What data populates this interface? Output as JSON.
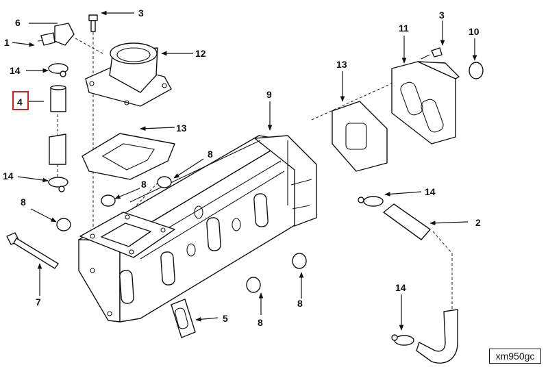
{
  "callouts": {
    "c1": "1",
    "c2": "2",
    "c3a": "3",
    "c3b": "3",
    "c4": "4",
    "c5": "5",
    "c6": "6",
    "c7": "7",
    "c8a": "8",
    "c8b": "8",
    "c8c": "8",
    "c8d": "8",
    "c8e": "8",
    "c9": "9",
    "c10": "10",
    "c11": "11",
    "c12": "12",
    "c13a": "13",
    "c13b": "13",
    "c14a": "14",
    "c14b": "14",
    "c14c": "14",
    "c14d": "14"
  },
  "highlight": {
    "callout": "4",
    "color": "#d21f1f"
  },
  "reference_code": "xm950gc"
}
